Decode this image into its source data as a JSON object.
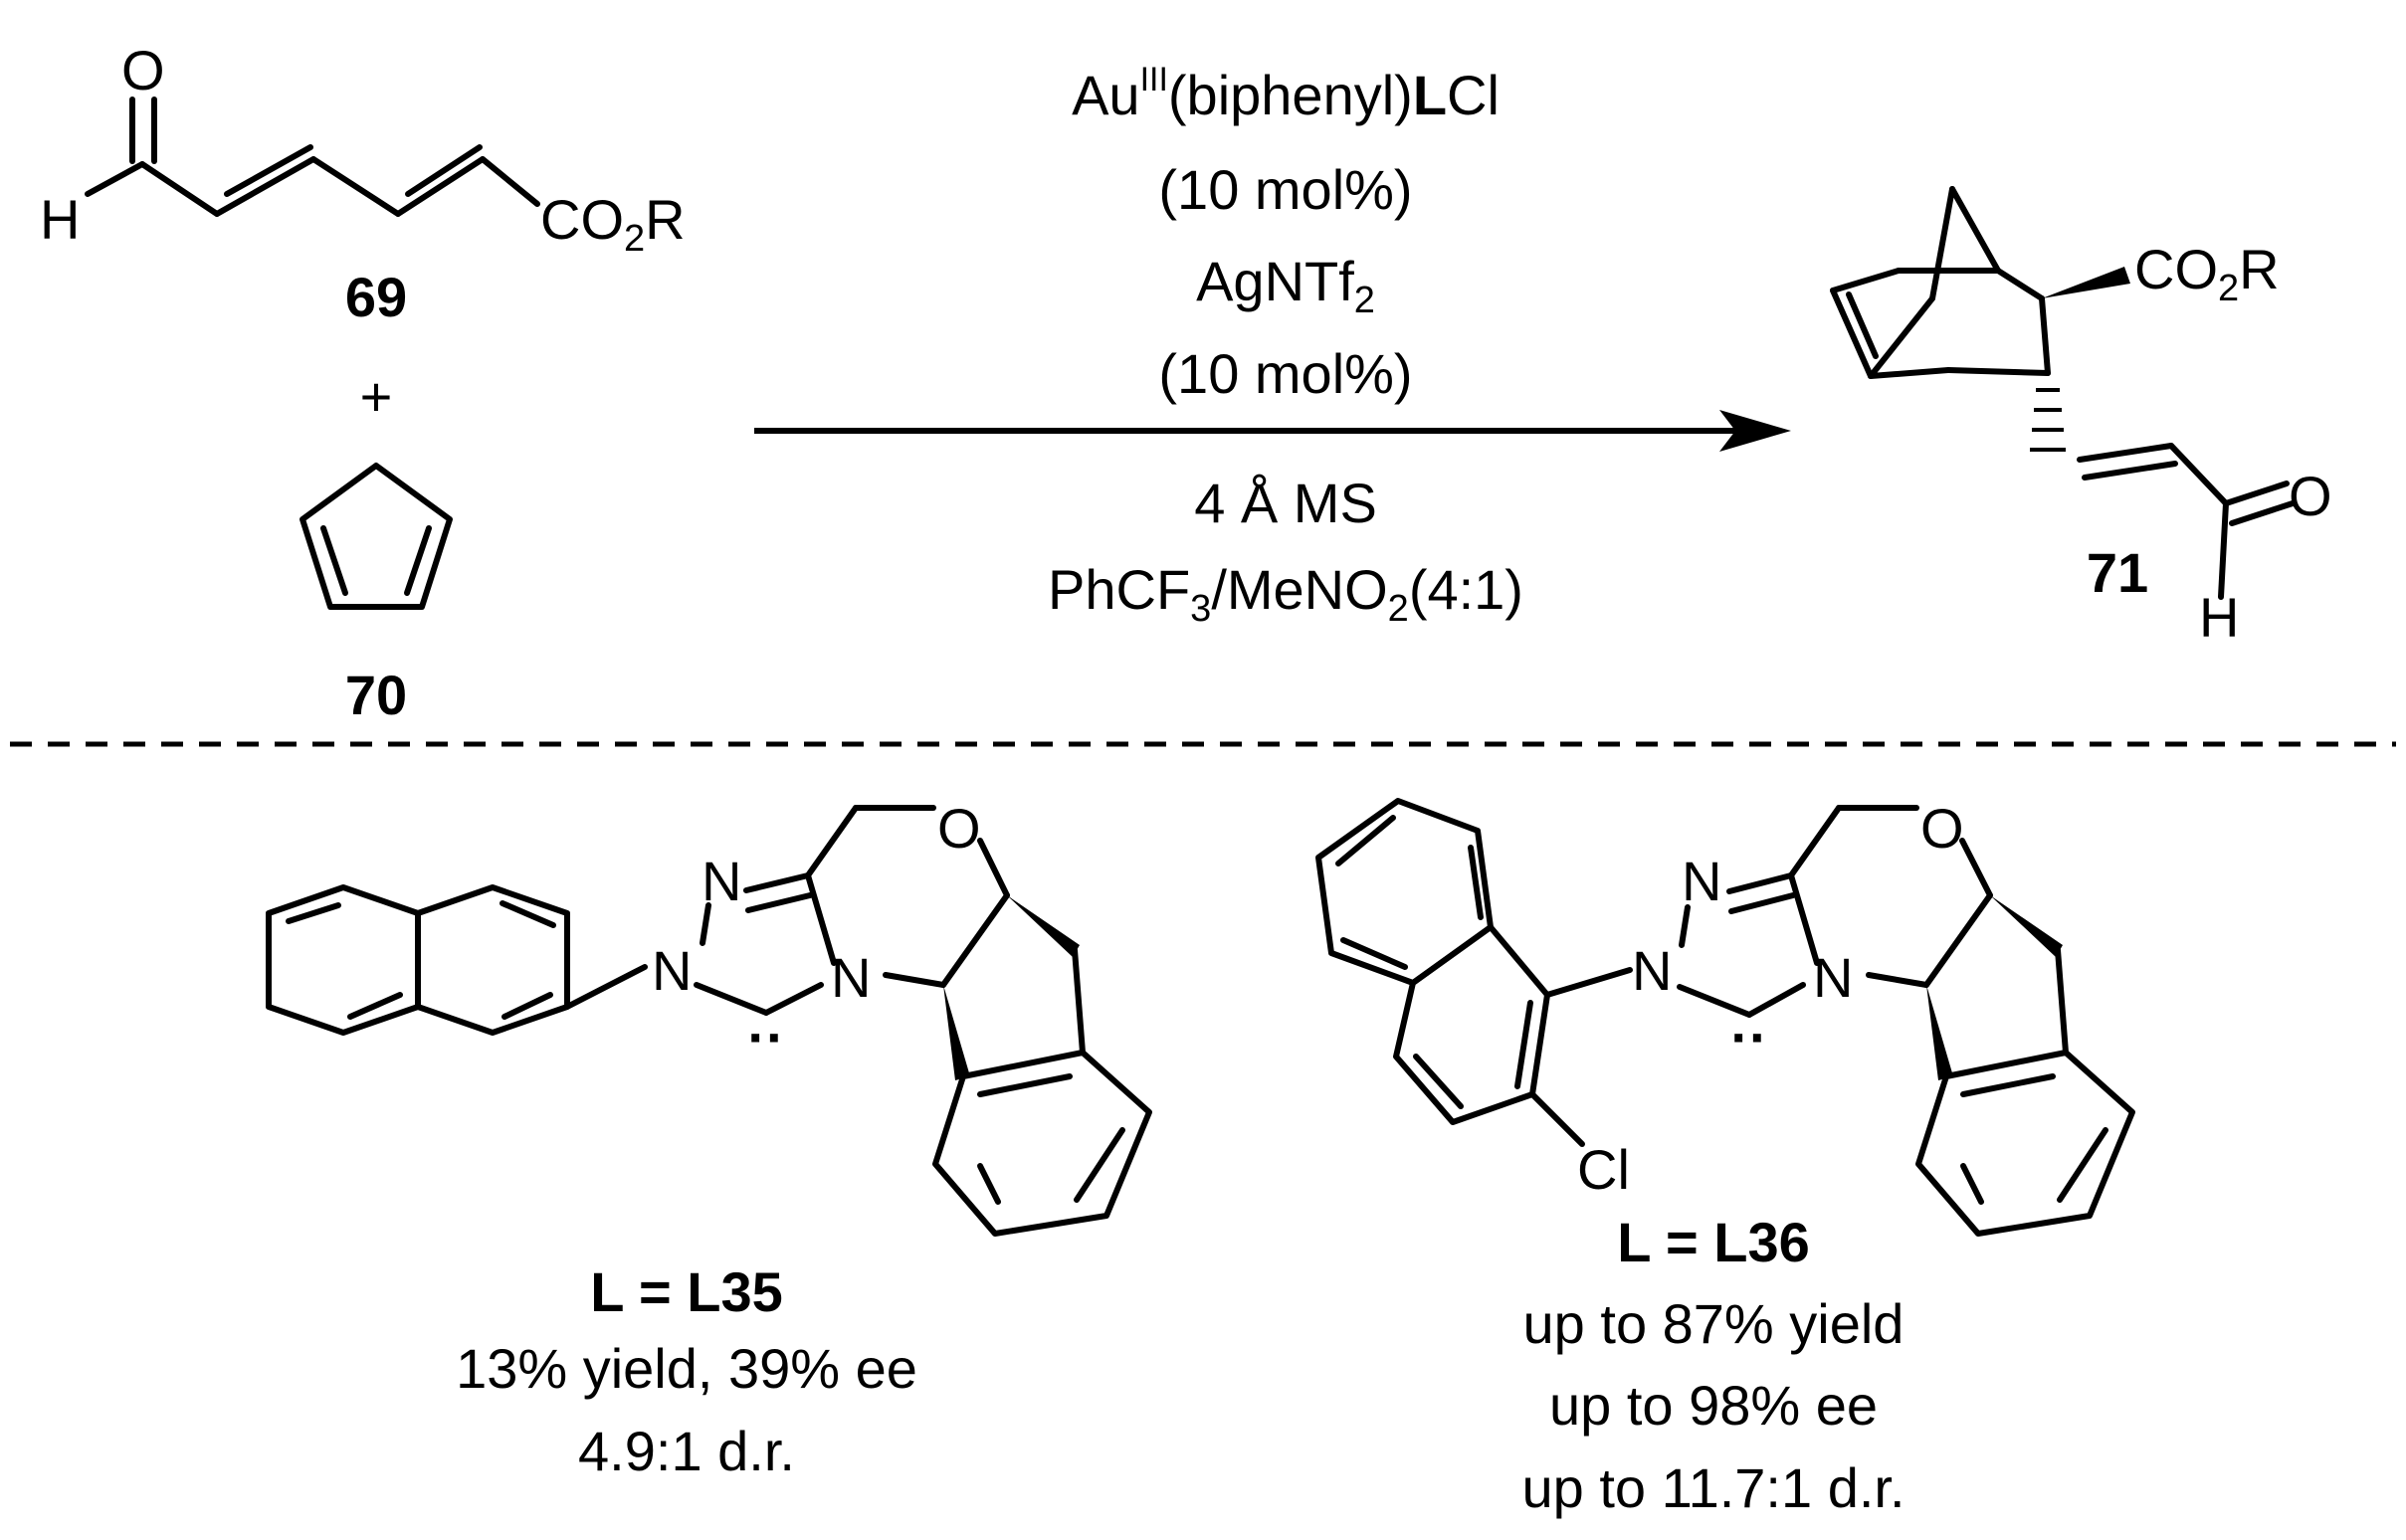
{
  "reaction": {
    "reactant1": {
      "label": "69",
      "atoms": {
        "oxygen": "O",
        "hydrogen": "H",
        "ester": "CO",
        "ester_sub": "2",
        "ester_tail": "R"
      }
    },
    "plus": "+",
    "reactant2": {
      "label": "70"
    },
    "conditions": {
      "catalyst_pre": "Au",
      "catalyst_sup": "III",
      "catalyst_mid": "(biphenyl)",
      "catalyst_ligand": "L",
      "catalyst_post": "Cl",
      "catalyst_loading": "(10 mol%)",
      "additive_pre": "AgNTf",
      "additive_sub": "2",
      "additive_loading": "(10 mol%)",
      "sieves": "4 Å  MS",
      "solvent_a": "PhCF",
      "solvent_a_sub": "3",
      "solvent_b": "/MeNO",
      "solvent_b_sub": "2",
      "solvent_ratio": "(4:1)"
    },
    "product": {
      "label": "71",
      "atoms": {
        "ester": "CO",
        "ester_sub": "2",
        "ester_tail": "R",
        "oxygen": "O",
        "hydrogen": "H"
      }
    }
  },
  "ligands": [
    {
      "name": "L = L35",
      "atoms": {
        "n1": "N",
        "n2": "N",
        "n3": "N",
        "oxygen": "O",
        "carbene": "··"
      },
      "results": [
        "13% yield, 39% ee",
        "4.9:1 d.r."
      ]
    },
    {
      "name": "L = L36",
      "atoms": {
        "n1": "N",
        "n2": "N",
        "n3": "N",
        "oxygen": "O",
        "carbene": "··",
        "chlorine": "Cl"
      },
      "results": [
        "up to 87% yield",
        "up to 98% ee",
        "up to 11.7:1 d.r."
      ]
    }
  ]
}
